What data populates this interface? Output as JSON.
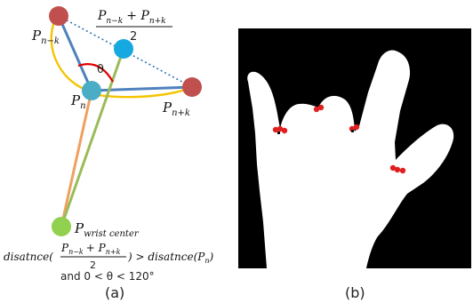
{
  "panel_a": {
    "caption": "(a)",
    "labels": {
      "p_nk_base": "P",
      "p_nk_sub": "n−k",
      "p_n_base": "P",
      "p_n_sub": "n",
      "p_npk_base": "P",
      "p_npk_sub": "n+k",
      "p_wrist_base": "P",
      "p_wrist_sub": "wrist center",
      "theta": "θ",
      "midpoint_numerator": "P",
      "midpoint_numerator_sub1": "n−k",
      "midpoint_plus": "+ P",
      "midpoint_numerator_sub2": "n+k",
      "midpoint_denominator": "2"
    },
    "condition": {
      "lhs_func": "disatnce(",
      "frac_num": "P",
      "frac_num_sub1": "n−k",
      "frac_plus": "+ P",
      "frac_num_sub2": "n+k",
      "frac_den": "2",
      "rhs": ") > disatnce(P",
      "rhs_sub": "n",
      "rhs_close": ")",
      "line2": "and 0   < θ < 120°"
    },
    "colors": {
      "point_red": "#c0504d",
      "point_cyan": "#2aa9db",
      "point_green": "#92d050",
      "line_blue": "#4f81bd",
      "line_yellow": "#f5c400",
      "line_orange": "#f0a060",
      "line_green": "#9bbb59",
      "arc_red": "#e00000"
    }
  },
  "panel_b": {
    "caption": "(b)",
    "colors": {
      "background": "#000000",
      "hand": "#ffffff",
      "marker": "#e02020"
    }
  }
}
